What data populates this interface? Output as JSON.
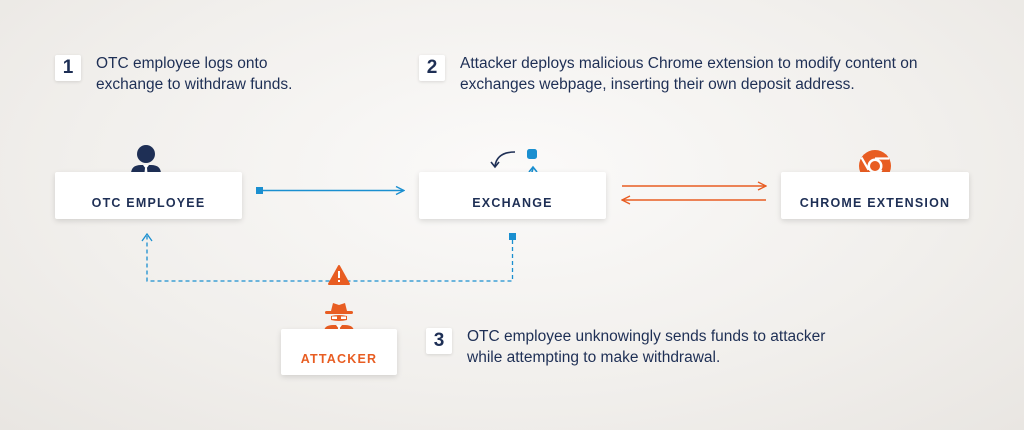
{
  "steps": [
    {
      "number": "1",
      "text_line1": "OTC employee logs onto",
      "text_line2": "exchange to withdraw funds."
    },
    {
      "number": "2",
      "text_line1": "Attacker deploys malicious Chrome extension to modify content on",
      "text_line2": "exchanges webpage, inserting their own deposit address."
    },
    {
      "number": "3",
      "text_line1": "OTC employee unknowingly sends funds to attacker",
      "text_line2": "while attempting to make withdrawal."
    }
  ],
  "nodes": {
    "otc_employee": {
      "label": "OTC EMPLOYEE",
      "icon": "employee-icon"
    },
    "exchange": {
      "label": "EXCHANGE",
      "icon": "exchange-cycle-icon"
    },
    "chrome_extension": {
      "label": "CHROME EXTENSION",
      "icon": "chrome-icon"
    },
    "attacker": {
      "label": "ATTACKER",
      "icon": "hacker-spy-icon"
    }
  },
  "connections": [
    {
      "from": "OTC EMPLOYEE",
      "to": "EXCHANGE",
      "style": "solid",
      "color": "#1a8fd0"
    },
    {
      "from": "EXCHANGE",
      "to": "CHROME EXTENSION",
      "style": "solid",
      "color": "#e85d22"
    },
    {
      "from": "CHROME EXTENSION",
      "to": "EXCHANGE",
      "style": "solid",
      "color": "#e85d22"
    },
    {
      "from": "EXCHANGE",
      "to": "OTC EMPLOYEE",
      "style": "dashed",
      "color": "#1a8fd0",
      "via": "warning-icon"
    }
  ],
  "colors": {
    "navy": "#1e2f55",
    "blue": "#1a8fd0",
    "orange": "#e85d22"
  }
}
